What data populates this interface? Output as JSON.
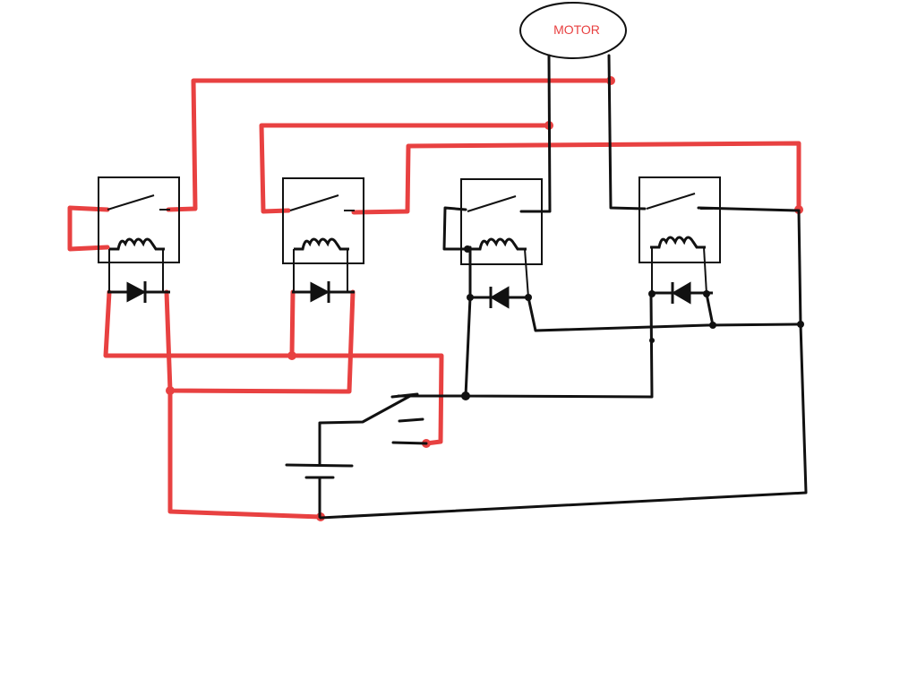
{
  "diagram": {
    "motor": {
      "label": "MOTOR"
    }
  },
  "colors": {
    "red_wire": "#e84141",
    "black_wire": "#111111",
    "motor_label": "#e84141",
    "background": "#ffffff"
  },
  "components": {
    "relays": [
      "relay-1",
      "relay-2",
      "relay-3",
      "relay-4"
    ],
    "diodes": [
      "diode-1",
      "diode-2",
      "diode-3",
      "diode-4"
    ],
    "switch": "dpdt-switch",
    "battery": "battery",
    "motor": "motor"
  }
}
